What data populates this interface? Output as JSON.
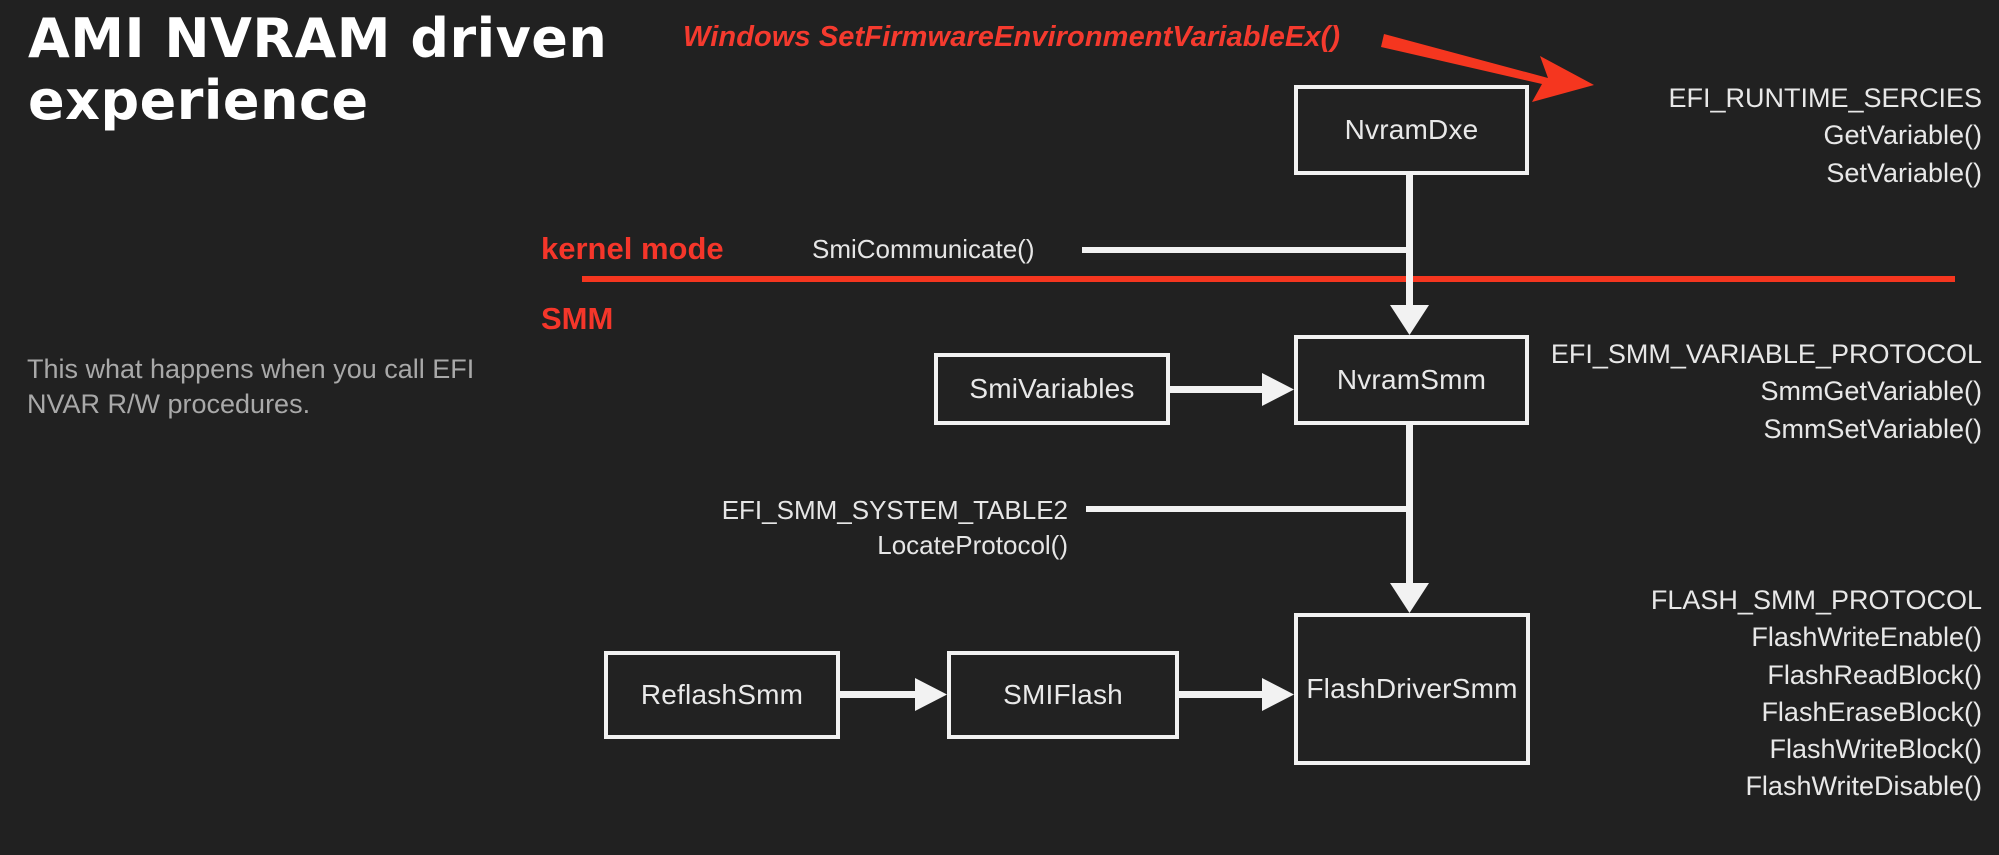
{
  "slide": {
    "background_color": "#212121",
    "title": "AMI NVRAM driven\nexperience",
    "note": "This what happens when you call EFI\nNVAR R/W procedures."
  },
  "annotation": {
    "text": "Windows SetFirmwareEnvironmentVariableEx()",
    "color": "#f53a2e",
    "arrow_icon": "red-arrow-icon"
  },
  "modes": {
    "kernel_label": "kernel mode",
    "smm_label": "SMM",
    "divider_color": "#f5361f"
  },
  "boxes": {
    "nvram_dxe": "NvramDxe",
    "nvram_smm": "NvramSmm",
    "smi_variables": "SmiVariables",
    "flash_driver_smm": "FlashDriverSmm",
    "smi_flash": "SMIFlash",
    "reflash_smm": "ReflashSmm"
  },
  "connectors": {
    "smi_communicate": "SmiCommunicate()",
    "smm_system_table2": "EFI_SMM_SYSTEM_TABLE2\nLocateProtocol()"
  },
  "protocols": [
    {
      "name": "EFI_RUNTIME_SERCIES",
      "functions": [
        "GetVariable()",
        "SetVariable()"
      ]
    },
    {
      "name": "EFI_SMM_VARIABLE_PROTOCOL",
      "functions": [
        "SmmGetVariable()",
        "SmmSetVariable()"
      ]
    },
    {
      "name": "FLASH_SMM_PROTOCOL",
      "functions": [
        "FlashWriteEnable()",
        "FlashReadBlock()",
        "FlashEraseBlock()",
        "FlashWriteBlock()",
        "FlashWriteDisable()"
      ]
    }
  ]
}
